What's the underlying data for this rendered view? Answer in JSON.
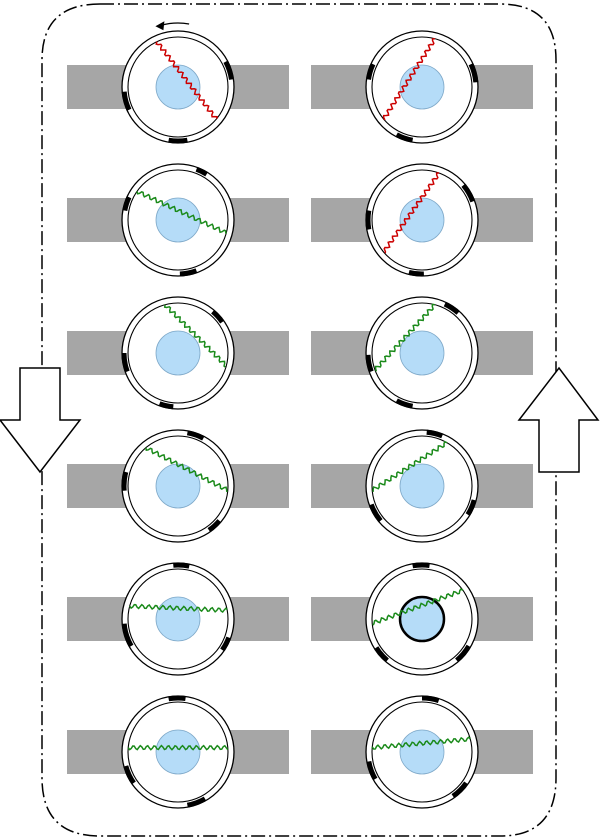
{
  "colors": {
    "background": "#ffffff",
    "frame": "#000000",
    "bar": "#a6a6a6",
    "ring": "#000000",
    "core_fill": "#b5dcf8",
    "core_stroke": "#7fa9c9",
    "highlight_stroke": "#000000",
    "segment": "#000000",
    "wave_red": "#cc0000",
    "wave_green": "#1a8a1a",
    "arrow_stroke": "#000000",
    "arrow_fill": "#ffffff"
  },
  "icons": {
    "rotation": "counterclockwise-arrow-icon",
    "flow_down": "down-arrow-icon",
    "flow_up": "up-arrow-icon"
  },
  "units": [
    {
      "column": "left",
      "row": 1,
      "wave": "red",
      "highlighted": false
    },
    {
      "column": "left",
      "row": 2,
      "wave": "green",
      "highlighted": false
    },
    {
      "column": "left",
      "row": 3,
      "wave": "green",
      "highlighted": false
    },
    {
      "column": "left",
      "row": 4,
      "wave": "green",
      "highlighted": false
    },
    {
      "column": "left",
      "row": 5,
      "wave": "green",
      "highlighted": false
    },
    {
      "column": "left",
      "row": 6,
      "wave": "green",
      "highlighted": false
    },
    {
      "column": "right",
      "row": 1,
      "wave": "red",
      "highlighted": false
    },
    {
      "column": "right",
      "row": 2,
      "wave": "red",
      "highlighted": false
    },
    {
      "column": "right",
      "row": 3,
      "wave": "green",
      "highlighted": false
    },
    {
      "column": "right",
      "row": 4,
      "wave": "green",
      "highlighted": false
    },
    {
      "column": "right",
      "row": 5,
      "wave": "green",
      "highlighted": true
    },
    {
      "column": "right",
      "row": 6,
      "wave": "green",
      "highlighted": false
    }
  ]
}
